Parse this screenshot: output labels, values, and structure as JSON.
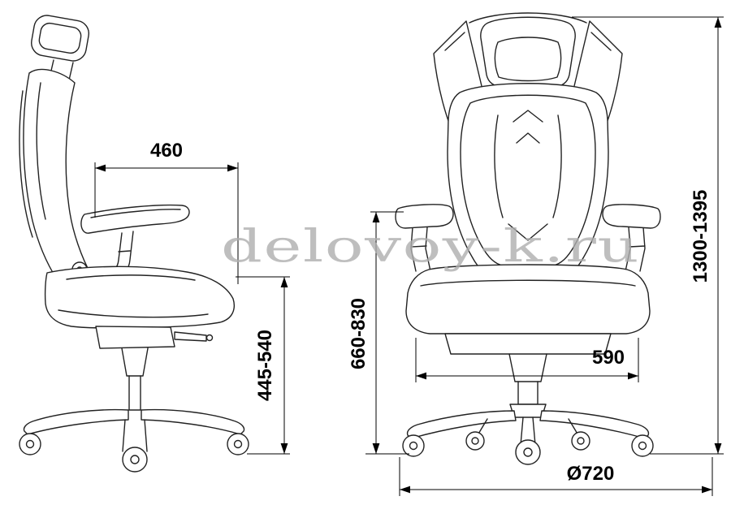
{
  "watermark": "delovoy-k.ru",
  "dimensions": {
    "seat_depth": "460",
    "seat_height": "445-540",
    "armrest_height": "660-830",
    "total_height": "1300-1395",
    "seat_width": "590",
    "base_diameter": "Ø720"
  },
  "colors": {
    "line": "#222222",
    "dimension_line": "#000000",
    "dimension_text": "#000000",
    "watermark": "#aeaeae",
    "background": "#ffffff"
  }
}
